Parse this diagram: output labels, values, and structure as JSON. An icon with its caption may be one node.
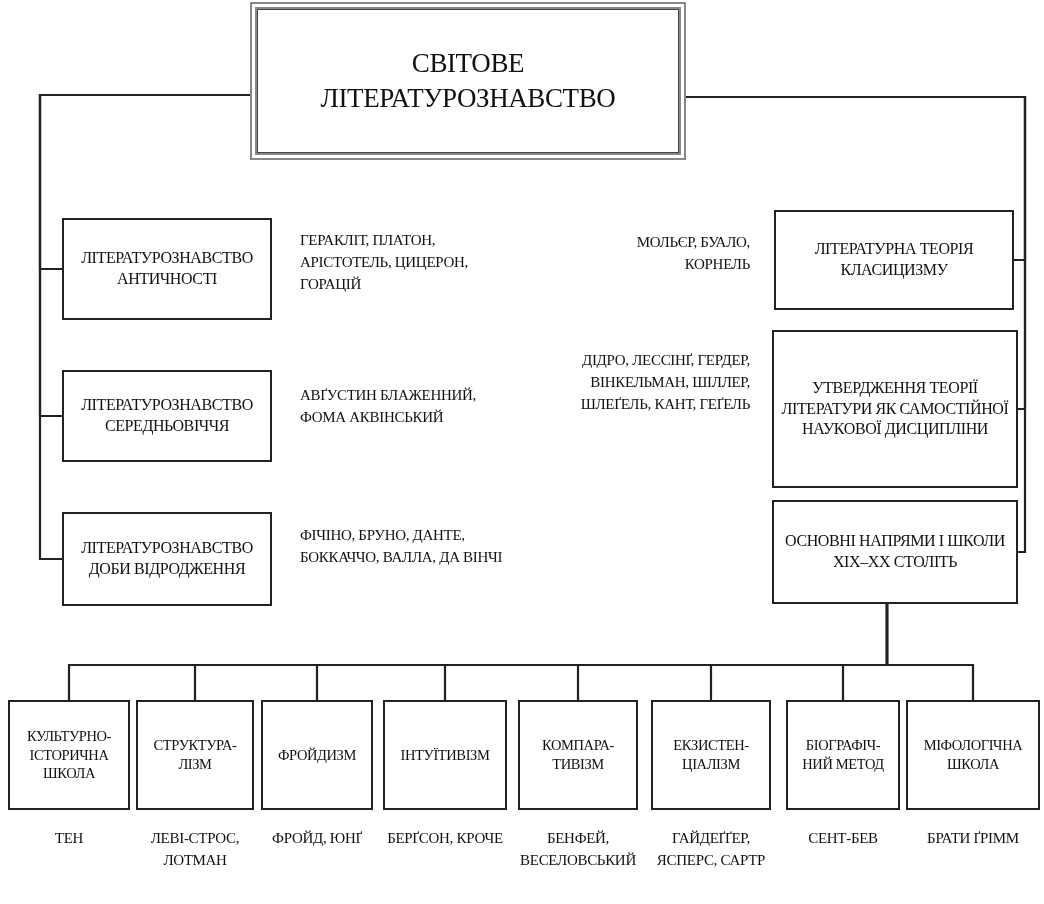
{
  "diagram": {
    "nodes": [
      {
        "text": [
          "СВІТОВЕ ЛІТЕРАТУРОЗНАВСТВО"
        ]
      },
      {
        "text": [
          "ЛІТЕРАТУРОЗНАВСТВО АНТИЧНОСТІ"
        ],
        "beside": [
          "ГЕРАКЛІТ, ПЛАТОН, АРІСТОТЕЛЬ, ЦИЦЕРОН, ГОРАЦІЙ"
        ]
      },
      {
        "text": [
          "ЛІТЕРАТУРОЗНАВСТВО СЕРЕДНЬОВІЧЧЯ"
        ],
        "beside": [
          "АВҐУСТИН БЛАЖЕННИЙ, ФОМА АКВІНСЬКИЙ"
        ]
      },
      {
        "text": [
          "ЛІТЕРАТУРОЗНАВСТВО ДОБИ ВІДРОДЖЕННЯ"
        ],
        "beside": [
          "ФІЧІНО, БРУНО, ДАНТЕ, БОККАЧЧО, ВАЛЛА, ДА ВІНЧІ"
        ]
      },
      {
        "text": [
          "ЛІТЕРАТУРНА ТЕОРІЯ КЛАСИЦИЗМУ"
        ],
        "beside": [
          "МОЛЬЄР, БУАЛО, КОРНЕЛЬ"
        ]
      },
      {
        "text": [
          "УТВЕРДЖЕННЯ ТЕОРІЇ ЛІТЕРАТУРИ ЯК САМОСТІЙНОЇ НАУКОВОЇ ДИСЦИПЛІНИ"
        ],
        "beside": [
          "ДІДРО, ЛЕССІНҐ, ГЕРДЕР, ВІНКЕЛЬМАН, ШІЛЛЕР, ШЛЕҐЕЛЬ, КАНТ, ГЕҐЕЛЬ"
        ]
      },
      {
        "text": [
          "ОСНОВНІ НАПРЯМИ І ШКОЛИ XIX–XX СТОЛІТЬ"
        ]
      },
      {
        "text": [
          "КУЛЬТУРНО-ІСТОРИЧНА ШКОЛА"
        ],
        "beside": [
          "ТЕН"
        ]
      },
      {
        "text": [
          "СТРУКТУРА- ЛІЗМ"
        ],
        "beside": [
          "ЛЕВІ-СТРОС, ЛОТМАН"
        ]
      },
      {
        "text": [
          "ФРОЙДИЗМ"
        ],
        "beside": [
          "ФРОЙД, ЮНҐ"
        ]
      },
      {
        "text": [
          "ІНТУЇТИВІЗМ"
        ],
        "beside": [
          "БЕРҐСОН, КРОЧЕ"
        ]
      },
      {
        "text": [
          "КОМПАРА- ТИВІЗМ"
        ],
        "beside": [
          "БЕНФЕЙ, ВЕСЕЛОВСЬКИЙ"
        ]
      },
      {
        "text": [
          "ЕКЗИСТЕН- ЦІАЛІЗМ"
        ],
        "beside": [
          "ГАЙДЕҐҐЕР, ЯСПЕРС, САРТР"
        ]
      },
      {
        "text": [
          "БІОГРАФІЧ- НИЙ МЕТОД"
        ],
        "beside": [
          "СЕНТ-БЕВ"
        ]
      },
      {
        "text": [
          "МІФОЛОГІЧНА ШКОЛА"
        ],
        "beside": [
          "БРАТИ ҐРІММ"
        ]
      }
    ],
    "edges": [
      {
        "from": 0,
        "to": 1,
        "arrow": "none"
      },
      {
        "from": 0,
        "to": 2,
        "arrow": "none"
      },
      {
        "from": 0,
        "to": 3,
        "arrow": "none"
      },
      {
        "from": 0,
        "to": 4,
        "arrow": "none"
      },
      {
        "from": 0,
        "to": 5,
        "arrow": "none"
      },
      {
        "from": 0,
        "to": 6,
        "arrow": "none"
      },
      {
        "from": 6,
        "to": 7,
        "arrow": "none"
      },
      {
        "from": 6,
        "to": 8,
        "arrow": "none"
      },
      {
        "from": 6,
        "to": 9,
        "arrow": "none"
      },
      {
        "from": 6,
        "to": 10,
        "arrow": "none"
      },
      {
        "from": 6,
        "to": 11,
        "arrow": "none"
      },
      {
        "from": 6,
        "to": 12,
        "arrow": "none"
      },
      {
        "from": 6,
        "to": 13,
        "arrow": "none"
      },
      {
        "from": 6,
        "to": 14,
        "arrow": "none"
      }
    ]
  }
}
